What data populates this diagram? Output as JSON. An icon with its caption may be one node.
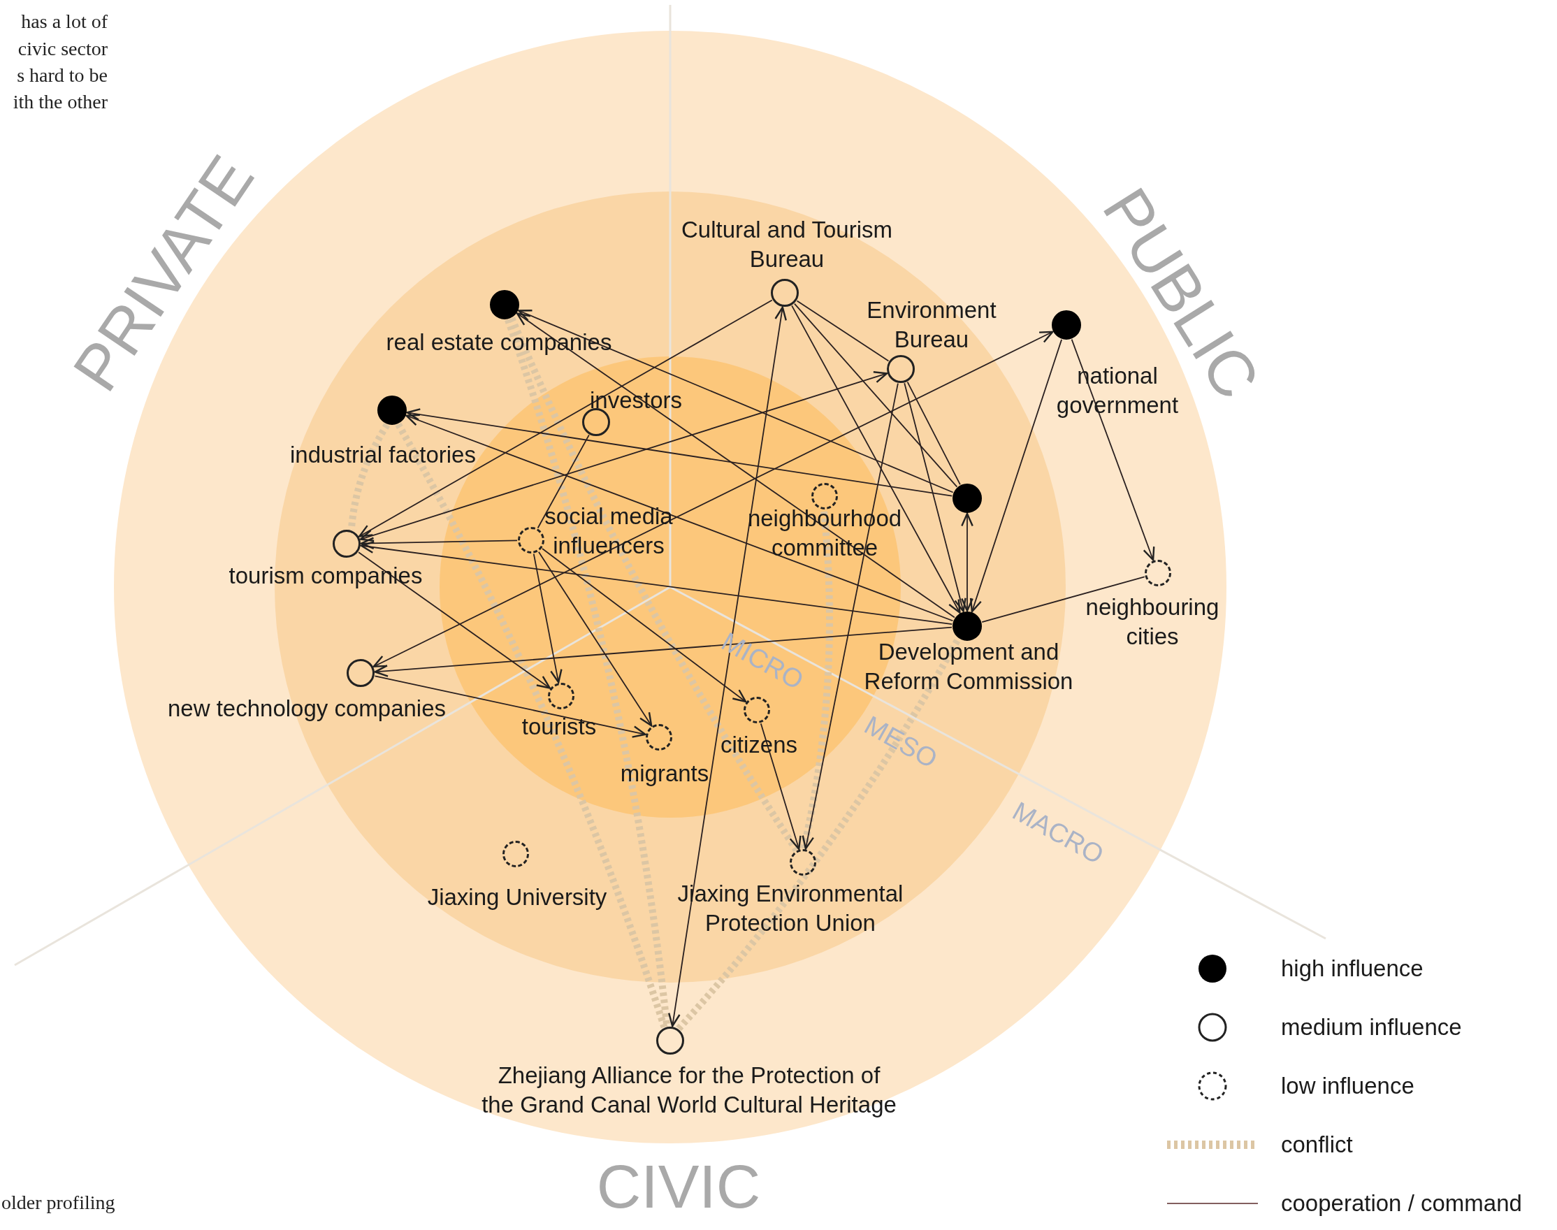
{
  "diagram": {
    "nodes": [
      {
        "text": [
          "Cultural and Tourism Bureau"
        ]
      },
      {
        "text": [
          "Environment Bureau"
        ]
      },
      {
        "text": [
          "national government"
        ]
      },
      {
        "text": [
          "real estate companies"
        ]
      },
      {
        "text": [
          "industrial factories"
        ]
      },
      {
        "text": [
          "investors"
        ]
      },
      {
        "text": [],
        "shape": "circle"
      },
      {
        "text": [
          "neighbourhood committee"
        ]
      },
      {
        "text": [
          "social media influencers"
        ]
      },
      {
        "text": [
          "tourism companies"
        ]
      },
      {
        "text": [
          "neighbouring cities"
        ]
      },
      {
        "text": [
          "Development and Reform Commission"
        ]
      },
      {
        "text": [
          "new technology companies"
        ]
      },
      {
        "text": [
          "tourists"
        ]
      },
      {
        "text": [
          "migrants"
        ]
      },
      {
        "text": [
          "citizens"
        ]
      },
      {
        "text": [
          "Jiaxing University"
        ]
      },
      {
        "text": [
          "Jiaxing Environmental Protection Union"
        ]
      },
      {
        "text": [
          "Zhejiang Alliance for the Protection of the Grand Canal World Cultural Heritage"
        ]
      }
    ],
    "edges": [
      {
        "from": 3,
        "to": 18,
        "arrow": "none",
        "style": "dashed",
        "color": "#dcc6a4"
      },
      {
        "from": 3,
        "to": 17,
        "arrow": "none",
        "style": "dashed",
        "color": "#dcc6a4"
      },
      {
        "from": 4,
        "to": 9,
        "arrow": "none",
        "style": "dashed",
        "color": "#dcc6a4"
      },
      {
        "from": 4,
        "to": 18,
        "arrow": "none",
        "style": "dashed",
        "color": "#dcc6a4"
      },
      {
        "from": 17,
        "to": 7,
        "arrow": "none",
        "style": "dashed",
        "color": "#dcc6a4"
      },
      {
        "from": 18,
        "to": 11,
        "arrow": "none",
        "style": "dashed",
        "color": "#dcc6a4"
      },
      {
        "from": 11,
        "to": 3,
        "arrow": "to"
      },
      {
        "from": 6,
        "to": 3,
        "arrow": "to"
      },
      {
        "from": 6,
        "to": 4,
        "arrow": "to"
      },
      {
        "from": 11,
        "to": 4,
        "arrow": "to"
      },
      {
        "from": 0,
        "to": 9,
        "arrow": "to"
      },
      {
        "from": 1,
        "to": 9,
        "arrow": "both"
      },
      {
        "from": 8,
        "to": 9,
        "arrow": "to"
      },
      {
        "from": 11,
        "to": 9,
        "arrow": "to"
      },
      {
        "from": 2,
        "to": 12,
        "arrow": "both"
      },
      {
        "from": 11,
        "to": 12,
        "arrow": "to"
      },
      {
        "from": 0,
        "to": 11,
        "arrow": "to"
      },
      {
        "from": 0,
        "to": 1,
        "arrow": "none"
      },
      {
        "from": 0,
        "to": 6,
        "arrow": "none"
      },
      {
        "from": 1,
        "to": 6,
        "arrow": "none"
      },
      {
        "from": 1,
        "to": 11,
        "arrow": "to"
      },
      {
        "from": 1,
        "to": 17,
        "arrow": "to"
      },
      {
        "from": 18,
        "to": 0,
        "arrow": "both"
      },
      {
        "from": 2,
        "to": 11,
        "arrow": "to"
      },
      {
        "from": 2,
        "to": 10,
        "arrow": "to"
      },
      {
        "from": 10,
        "to": 11,
        "arrow": "none"
      },
      {
        "from": 6,
        "to": 11,
        "arrow": "both"
      },
      {
        "from": 5,
        "to": 8,
        "arrow": "none"
      },
      {
        "from": 8,
        "to": 13,
        "arrow": "to"
      },
      {
        "from": 8,
        "to": 14,
        "arrow": "to"
      },
      {
        "from": 8,
        "to": 15,
        "arrow": "to"
      },
      {
        "from": 9,
        "to": 13,
        "arrow": "to"
      },
      {
        "from": 12,
        "to": 14,
        "arrow": "to"
      },
      {
        "from": 15,
        "to": 17,
        "arrow": "to"
      }
    ],
    "labels": [
      "has a lot of",
      "civic sector",
      "s hard to be",
      "ith the other",
      "PRIVATE",
      "PUBLIC",
      "MICRO",
      "MESO",
      "MACRO",
      "CIVIC",
      "older profiling"
    ],
    "legend": [
      {
        "text": "high influence"
      },
      {
        "text": "medium influence"
      },
      {
        "text": "low influence"
      },
      {
        "text": "conflict"
      },
      {
        "text": "cooperation / command"
      }
    ]
  }
}
